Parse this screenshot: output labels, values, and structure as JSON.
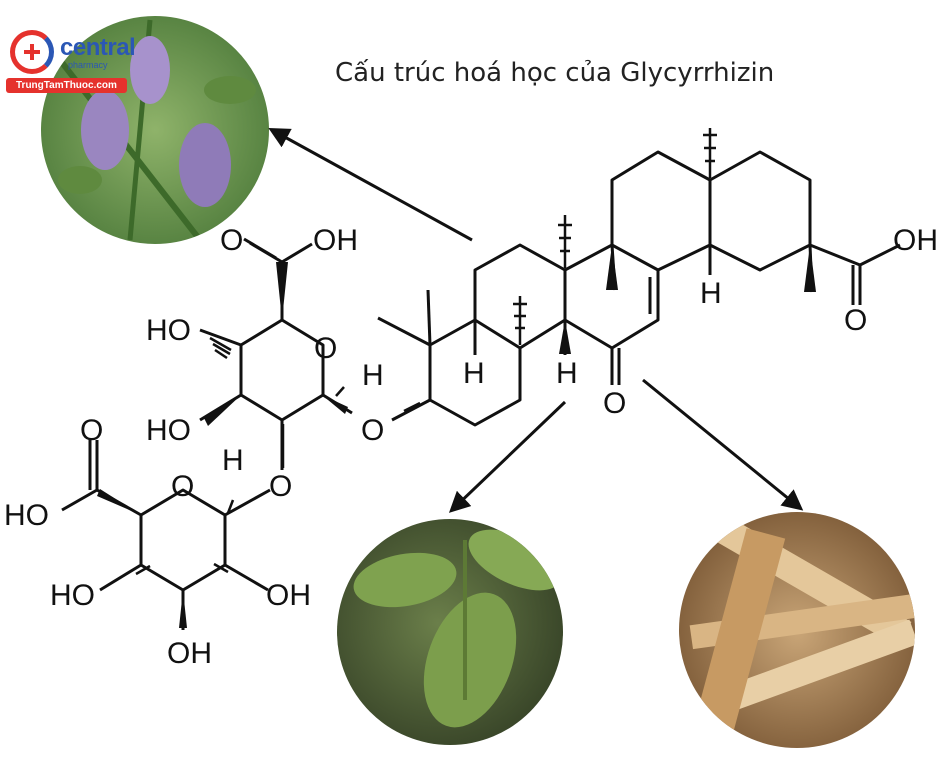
{
  "title": "Cấu trúc hoá học của Glycyrrhizin",
  "logo": {
    "brand": "central",
    "sub": "pharmacy",
    "site": "TrungTamThuoc.com"
  },
  "atoms": {
    "cooh_top_o": "O",
    "cooh_top_oh": "OH",
    "ring1_o": "O",
    "ho_1": "HO",
    "ho_2": "HO",
    "h_anomeric_1": "H",
    "glyco_o_1": "O",
    "glyco_o_2": "O",
    "h_anomeric_2": "H",
    "ring2_o": "O",
    "cooh_left_o": "O",
    "cooh_left_ho": "HO",
    "ho_3": "HO",
    "oh_4": "OH",
    "oh_5": "OH",
    "h_1": "H",
    "h_2": "H",
    "h_3": "H",
    "ketone_o": "O",
    "acid_oh": "OH",
    "acid_o": "O"
  },
  "images": {
    "flower": "licorice-flower",
    "leaves": "licorice-leaves",
    "roots": "licorice-dried-roots"
  }
}
